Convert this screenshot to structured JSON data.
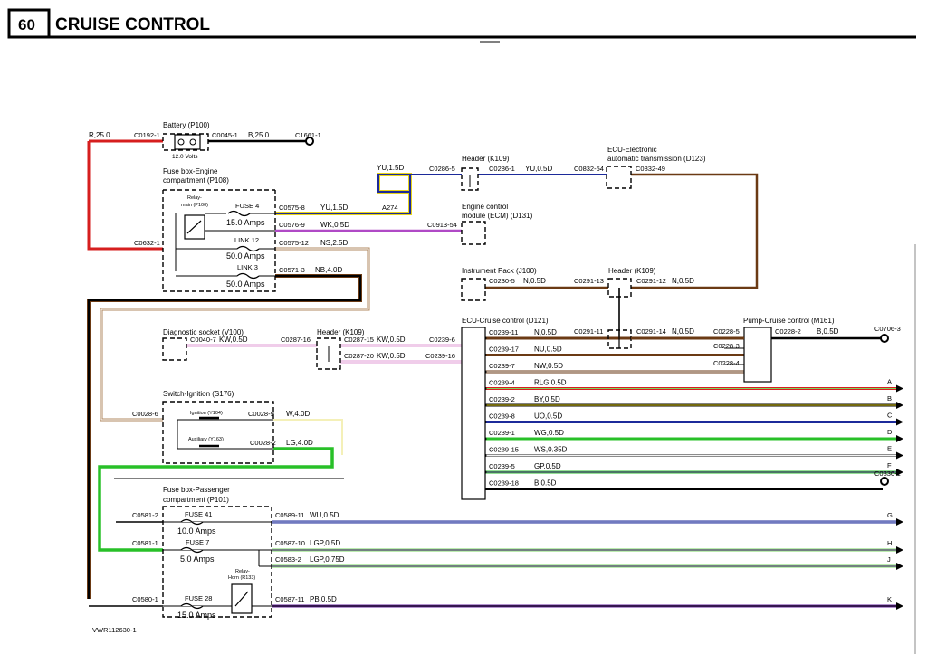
{
  "page": {
    "number": "60",
    "title": "CRUISE CONTROL"
  },
  "colors": {
    "red": "#d61e1e",
    "yellow": "#e6d21a",
    "blue": "#1c2a9a",
    "brown": "#6b3a14",
    "violet": "#b04ac6",
    "pink": "#e19bd6",
    "tan": "#b08860",
    "green": "#28c028",
    "lightgreen": "#7ad860",
    "grey": "#8c8c8c",
    "orange": "#e07a28",
    "purple": "#6a2aa0",
    "black": "#000000"
  },
  "components": {
    "battery": {
      "name": "Battery (P100)",
      "voltage": "12.0 Volts"
    },
    "fusebox_engine": {
      "name1": "Fuse box-Engine",
      "name2": "compartment (P108)"
    },
    "relay_main": {
      "name1": "Relay-",
      "name2": "main (P100)"
    },
    "fuse4": {
      "name": "FUSE 4",
      "rating": "15.0 Amps"
    },
    "link12": {
      "name": "LINK 12",
      "rating": "50.0 Amps"
    },
    "link3": {
      "name": "LINK 3",
      "rating": "50.0 Amps"
    },
    "header_k109_top": "Header (K109)",
    "ecu_trans": {
      "name1": "ECU-Electronic",
      "name2": "automatic transmission (D123)"
    },
    "ecm": {
      "name1": "Engine control",
      "name2": "module (ECM) (D131)"
    },
    "instrument_pack": "Instrument Pack (J100)",
    "header_k109_mid": "Header (K109)",
    "ecu_cruise": "ECU-Cruise control (D121)",
    "pump_cruise": "Pump-Cruise control (M161)",
    "diag_socket": "Diagnostic socket (V100)",
    "header_k109_diag": "Header (K109)",
    "switch_ign": "Switch-Ignition (S176)",
    "ignition": "Ignition (Y104)",
    "auxiliary": "Auxiliary (Y163)",
    "fusebox_pass": {
      "name1": "Fuse box-Passenger",
      "name2": "compartment (P101)"
    },
    "fuse41": {
      "name": "FUSE 41",
      "rating": "10.0 Amps"
    },
    "fuse7": {
      "name": "FUSE 7",
      "rating": "5.0 Amps"
    },
    "fuse28": {
      "name": "FUSE 28",
      "rating": "15.0 Amps"
    },
    "relay_horn": {
      "name1": "Relay-",
      "name2": "Horn (R133)"
    }
  },
  "connectors": {
    "c0192": "C0192-1",
    "c0045": "C0045-1",
    "c1661": "C1661-1",
    "c0575_8": "C0575-8",
    "c0576_9": "C0576-9",
    "c0575_12": "C0575-12",
    "c0571_3": "C0571-3",
    "c0632": "C0632-1",
    "a274": "A274",
    "c0286_5": "C0286-5",
    "c0286_1": "C0286-1",
    "c0832_54": "C0832-54",
    "c0832_49": "C0832-49",
    "c0913": "C0913-54",
    "c0230_5": "C0230-5",
    "c0291_13": "C0291-13",
    "c0291_12": "C0291-12",
    "c0291_11": "C0291-11",
    "c0291_14": "C0291-14",
    "c0228_5": "C0228-5",
    "c0228_3": "C0228-3",
    "c0228_4": "C0228-4",
    "c0228_2": "C0228-2",
    "c0706": "C0706-3",
    "c0040": "C0040-7",
    "c0287_16": "C0287-16",
    "c0287_15": "C0287-15",
    "c0287_20": "C0287-20",
    "c0239_6": "C0239-6",
    "c0239_16": "C0239-16",
    "c0028_6": "C0028-6",
    "c0028_9": "C0028-9",
    "c0028_2": "C0028-2",
    "c0581_2": "C0581-2",
    "c0589": "C0589-11",
    "c0581_1": "C0581-1",
    "c0587_10": "C0587-10",
    "c0583": "C0583-2",
    "c0580": "C0580-1",
    "c0587_11": "C0587-11",
    "c0836": "C0836-1"
  },
  "wires": {
    "r25": "R,25.0",
    "b25": "B,25.0",
    "yu15a": "YU,1.5D",
    "yu15b": "YU,1.5D",
    "yu05": "YU,0.5D",
    "wk05": "WK,0.5D",
    "ns25": "NS,2.5D",
    "nb40": "NB,4.0D",
    "n05a": "N,0.5D",
    "n05b": "N,0.5D",
    "n05c": "N,0.5D",
    "kw05a": "KW,0.5D",
    "kw05b": "KW,0.5D",
    "kw05c": "KW,0.5D",
    "w40": "W,4.0D",
    "lg40": "LG,4.0D",
    "b05": "B,0.5D",
    "wu05": "WU,0.5D",
    "lgp05": "LGP,0.5D",
    "lgp075": "LGP,0.75D",
    "pb05": "PB,0.5D"
  },
  "ecu_outputs": [
    {
      "pin": "C0239-11",
      "wire": "N,0.5D",
      "dest": "",
      "color": "#6b3a14",
      "color2": "#6b3a14"
    },
    {
      "pin": "C0239-17",
      "wire": "NU,0.5D",
      "dest": "",
      "color": "#6b3a14",
      "color2": "#1c2a9a"
    },
    {
      "pin": "C0239-7",
      "wire": "NW,0.5D",
      "dest": "",
      "color": "#6b3a14",
      "color2": "#f4f4f4"
    },
    {
      "pin": "C0239-4",
      "wire": "RLG,0.5D",
      "dest": "A",
      "color": "#d61e1e",
      "color2": "#7ad860"
    },
    {
      "pin": "C0239-2",
      "wire": "BY,0.5D",
      "dest": "B",
      "color": "#000000",
      "color2": "#e6d21a"
    },
    {
      "pin": "C0239-8",
      "wire": "UO,0.5D",
      "dest": "C",
      "color": "#1c2a9a",
      "color2": "#e07a28"
    },
    {
      "pin": "C0239-1",
      "wire": "WG,0.5D",
      "dest": "D",
      "color": "#28c028",
      "color2": "#28c028"
    },
    {
      "pin": "C0239-15",
      "wire": "WS,0.35D",
      "dest": "E",
      "color": "#8c8c8c",
      "color2": "#f4f4f4"
    },
    {
      "pin": "C0239-5",
      "wire": "GP,0.5D",
      "dest": "F",
      "color": "#28c028",
      "color2": "#6a2aa0"
    },
    {
      "pin": "C0239-18",
      "wire": "B,0.5D",
      "dest": "",
      "color": "#000000",
      "color2": "#000000"
    }
  ],
  "right_labels": [
    "G",
    "H",
    "J",
    "K"
  ],
  "footer": "VWR112630-1"
}
